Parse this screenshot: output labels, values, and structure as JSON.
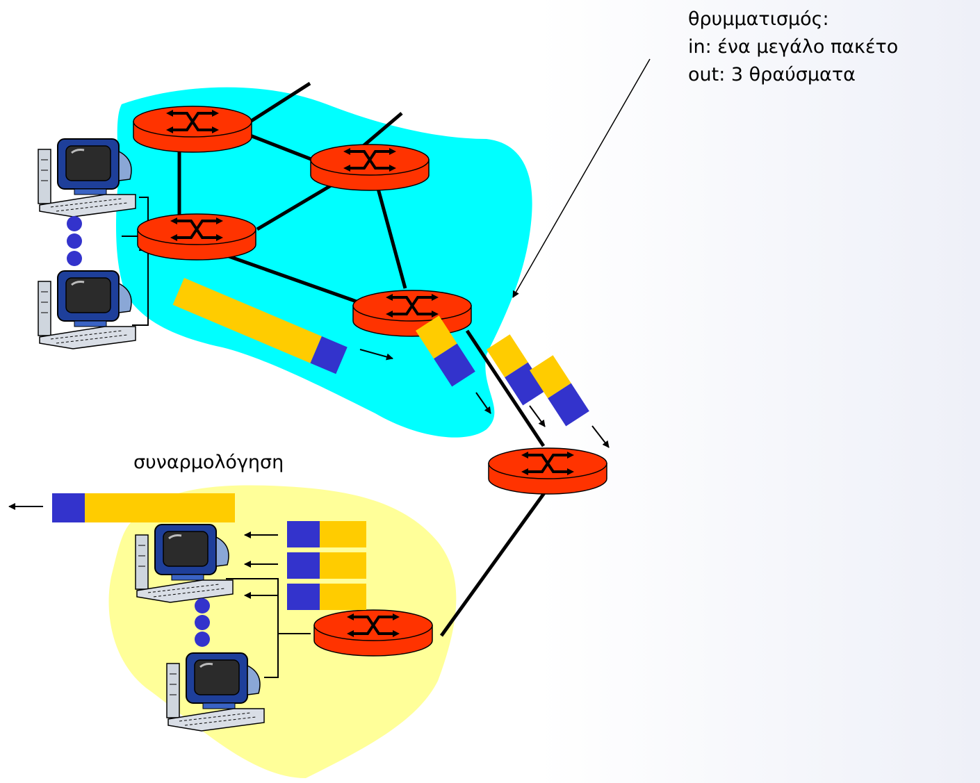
{
  "fragmentation": {
    "title": "θρυμματισμός:",
    "in_line": "in: ένα μεγάλο πακέτο",
    "out_line": "out: 3 θραύσματα"
  },
  "reassembly": {
    "label": "συναρμολόγηση"
  },
  "colors": {
    "network_top": "#00ffff",
    "network_bottom": "#ffff99",
    "router": "#ff3300",
    "packet_payload": "#ffcc00",
    "packet_header": "#3333cc",
    "dots": "#3333cc"
  },
  "icons": [
    "router-icon",
    "computer-icon",
    "ellipsis-dots-icon",
    "arrow-icon"
  ]
}
